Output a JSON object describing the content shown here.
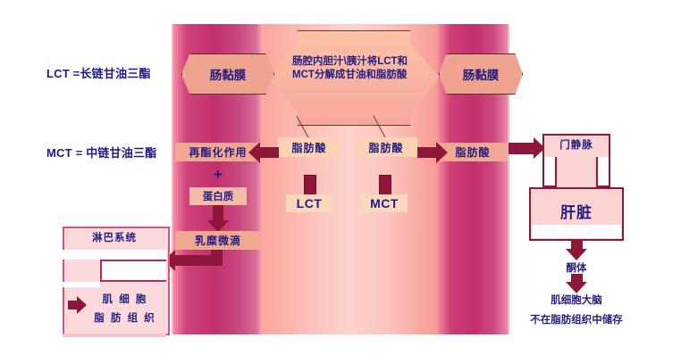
{
  "legend": {
    "lct": {
      "code": "LCT",
      "eq": " =",
      "term": "长链甘油三酯"
    },
    "mct": {
      "code": "MCT",
      "eq": " = ",
      "term": "中链甘油三酯"
    }
  },
  "columns": {
    "left_mucosa_label": "肠黏膜",
    "right_mucosa_label": "肠黏膜"
  },
  "center": {
    "arrow_text": "肠腔内胆汁\\胰汁将LCT和MCT分解成甘油和脂肪酸",
    "fatty_acid_left": "脂肪酸",
    "fatty_acid_right": "脂肪酸",
    "tag_lct": "LCT",
    "tag_mct": "MCT"
  },
  "left_pathway": {
    "reesterification": "再酯化作用",
    "plus": "+",
    "protein": "蛋白质",
    "chylomicron": "乳糜微滴"
  },
  "right_pathway": {
    "fatty_acid": "脂肪酸",
    "portal_vein": "门静脉",
    "liver": "肝脏",
    "ketone_bodies": "酮体",
    "muscle_brain": "肌细胞大脑",
    "no_storage": "不在脂肪组织中储存"
  },
  "lymph": {
    "title": "淋巴系统",
    "muscle_cell": "肌 细 胞",
    "adipose_tissue": "脂 肪 组 织"
  },
  "colors": {
    "text_blue": "#241e80",
    "arrow_maroon": "#8e1739",
    "mucosa_pink": "#c2306b",
    "lumen_peach": "#fbbcb5",
    "panel_pink": "#fbd9dc",
    "border_rose": "#e04f80"
  }
}
